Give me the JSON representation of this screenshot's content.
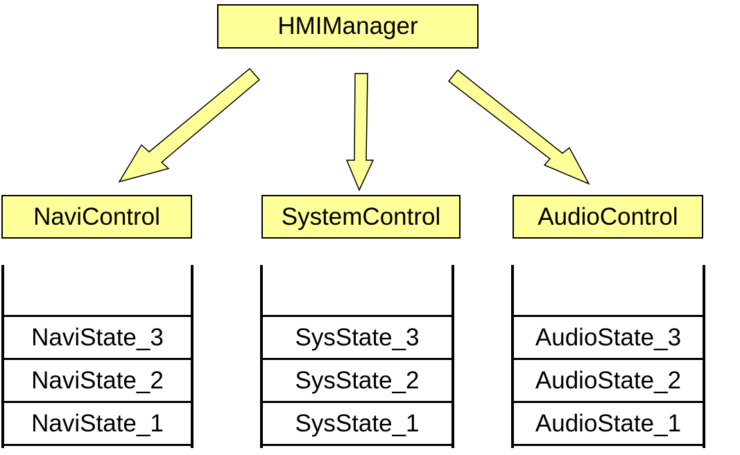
{
  "manager": {
    "label": "HMIManager"
  },
  "controls": [
    {
      "label": "NaviControl",
      "states": [
        "NaviState_3",
        "NaviState_2",
        "NaviState_1"
      ]
    },
    {
      "label": "SystemControl",
      "states": [
        "SysState_3",
        "SysState_2",
        "SysState_1"
      ]
    },
    {
      "label": "AudioControl",
      "states": [
        "AudioState_3",
        "AudioState_2",
        "AudioState_1"
      ]
    }
  ],
  "colors": {
    "box_fill": "#ffff99",
    "arrow_fill": "#ffff99",
    "stroke": "#000000"
  }
}
